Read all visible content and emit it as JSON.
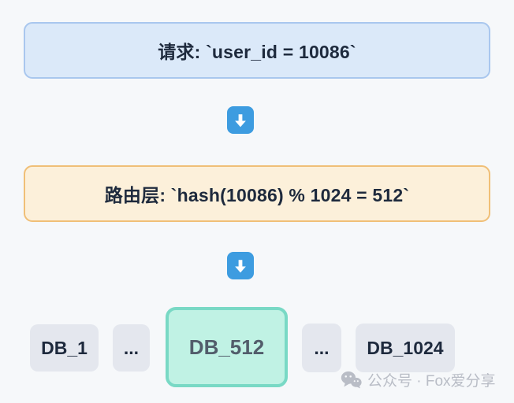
{
  "page": {
    "background": "#f6f8fa"
  },
  "flow": {
    "request_box": {
      "label": "请求: `user_id = 10086`",
      "bg_color": "#dbe9f9",
      "border_color": "#a9c7ee",
      "text_color": "#1e2a3d"
    },
    "arrow_icon": {
      "glyph": "down-arrow",
      "bg_color": "#3d9ce0",
      "arrow_color": "#ffffff"
    },
    "routing_box": {
      "label": "路由层: `hash(10086) % 1024 = 512`",
      "bg_color": "#fcf0da",
      "border_color": "#f0bf77",
      "text_color": "#1e2a3d"
    }
  },
  "databases": {
    "items": [
      {
        "label": "DB_1",
        "highlighted": false
      },
      {
        "label": "...",
        "highlighted": false
      },
      {
        "label": "DB_512",
        "highlighted": true
      },
      {
        "label": "...",
        "highlighted": false
      },
      {
        "label": "DB_1024",
        "highlighted": false
      }
    ],
    "default_bg": "#e4e7ee",
    "default_text_color": "#1e2a3d",
    "highlight_bg": "#c0f2e4",
    "highlight_border": "#79d9c5",
    "highlight_text_color": "#525d6b"
  },
  "watermark": {
    "icon": "wechat-icon",
    "text": "公众号 · Fox爱分享",
    "color": "#b9bdc6"
  }
}
